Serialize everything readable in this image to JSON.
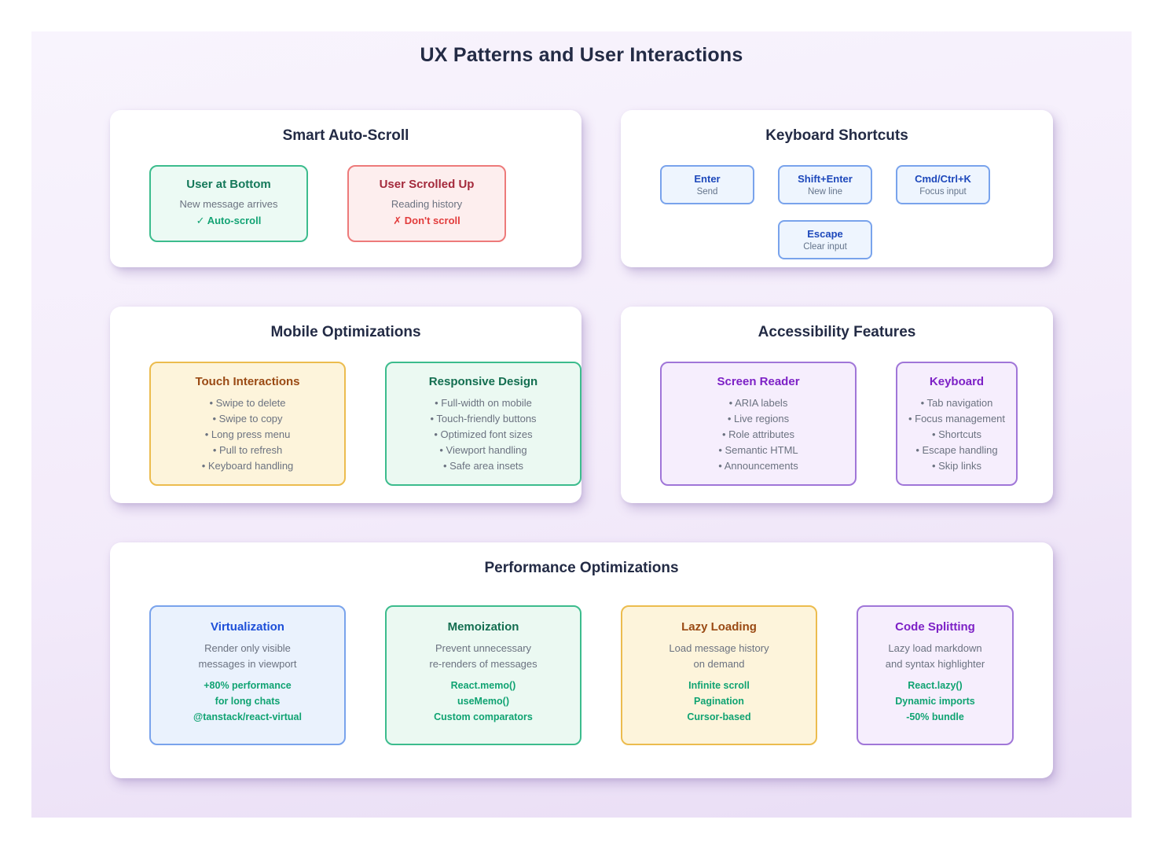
{
  "page_title": "UX Patterns and User Interactions",
  "colors": {
    "page_background": "#ffffff",
    "panel_gradient_start": "#f8f4fd",
    "panel_gradient_end": "#e9ddf5",
    "card_background": "#ffffff",
    "heading_text": "#232b45",
    "muted_text": "#6b7280",
    "green_border": "#3cbc8d",
    "green_background": "#ecfaf4",
    "green_title": "#15795a",
    "green_accent": "#13a374",
    "red_border": "#ed7a7a",
    "red_background": "#fdeeee",
    "red_title": "#a42a3c",
    "red_accent": "#e23c3c",
    "blue_border": "#79a3ec",
    "blue_background": "#eef5fe",
    "blue_title": "#1d48bb",
    "yellow_border": "#ecbc4e",
    "yellow_background": "#fdf4db",
    "yellow_title": "#9a4a14",
    "purple_border": "#a076d8",
    "purple_background": "#f6eefd",
    "purple_title": "#7d21c6",
    "metric_green": "#10a372"
  },
  "sections": {
    "auto_scroll": {
      "title": "Smart Auto-Scroll",
      "boxes": [
        {
          "title": "User at Bottom",
          "desc": "New message arrives",
          "status": "✓ Auto-scroll",
          "variant": "green"
        },
        {
          "title": "User Scrolled Up",
          "desc": "Reading history",
          "status": "✗ Don't scroll",
          "variant": "red"
        }
      ]
    },
    "keyboard_shortcuts": {
      "title": "Keyboard Shortcuts",
      "keys": [
        {
          "key": "Enter",
          "action": "Send"
        },
        {
          "key": "Shift+Enter",
          "action": "New line"
        },
        {
          "key": "Cmd/Ctrl+K",
          "action": "Focus input"
        },
        {
          "key": "Escape",
          "action": "Clear input"
        }
      ]
    },
    "mobile": {
      "title": "Mobile Optimizations",
      "boxes": [
        {
          "title": "Touch Interactions",
          "variant": "yellow",
          "items": [
            "Swipe to delete",
            "Swipe to copy",
            "Long press menu",
            "Pull to refresh",
            "Keyboard handling"
          ]
        },
        {
          "title": "Responsive Design",
          "variant": "teal",
          "items": [
            "Full-width on mobile",
            "Touch-friendly buttons",
            "Optimized font sizes",
            "Viewport handling",
            "Safe area insets"
          ]
        }
      ]
    },
    "accessibility": {
      "title": "Accessibility Features",
      "boxes": [
        {
          "title": "Screen Reader",
          "variant": "purple",
          "items": [
            "ARIA labels",
            "Live regions",
            "Role attributes",
            "Semantic HTML",
            "Announcements"
          ]
        },
        {
          "title": "Keyboard",
          "variant": "purple",
          "items": [
            "Tab navigation",
            "Focus management",
            "Shortcuts",
            "Escape handling",
            "Skip links"
          ]
        }
      ]
    },
    "performance": {
      "title": "Performance Optimizations",
      "boxes": [
        {
          "title": "Virtualization",
          "variant": "blue",
          "desc": [
            "Render only visible",
            "messages in viewport"
          ],
          "metrics": [
            "+80% performance",
            "for long chats",
            "@tanstack/react-virtual"
          ]
        },
        {
          "title": "Memoization",
          "variant": "teal",
          "desc": [
            "Prevent unnecessary",
            "re-renders of messages"
          ],
          "metrics": [
            "React.memo()",
            "useMemo()",
            "Custom comparators"
          ]
        },
        {
          "title": "Lazy Loading",
          "variant": "yellow",
          "desc": [
            "Load message history",
            "on demand"
          ],
          "metrics": [
            "Infinite scroll",
            "Pagination",
            "Cursor-based"
          ]
        },
        {
          "title": "Code Splitting",
          "variant": "purple",
          "desc": [
            "Lazy load markdown",
            "and syntax highlighter"
          ],
          "metrics": [
            "React.lazy()",
            "Dynamic imports",
            "-50% bundle"
          ]
        }
      ]
    }
  }
}
